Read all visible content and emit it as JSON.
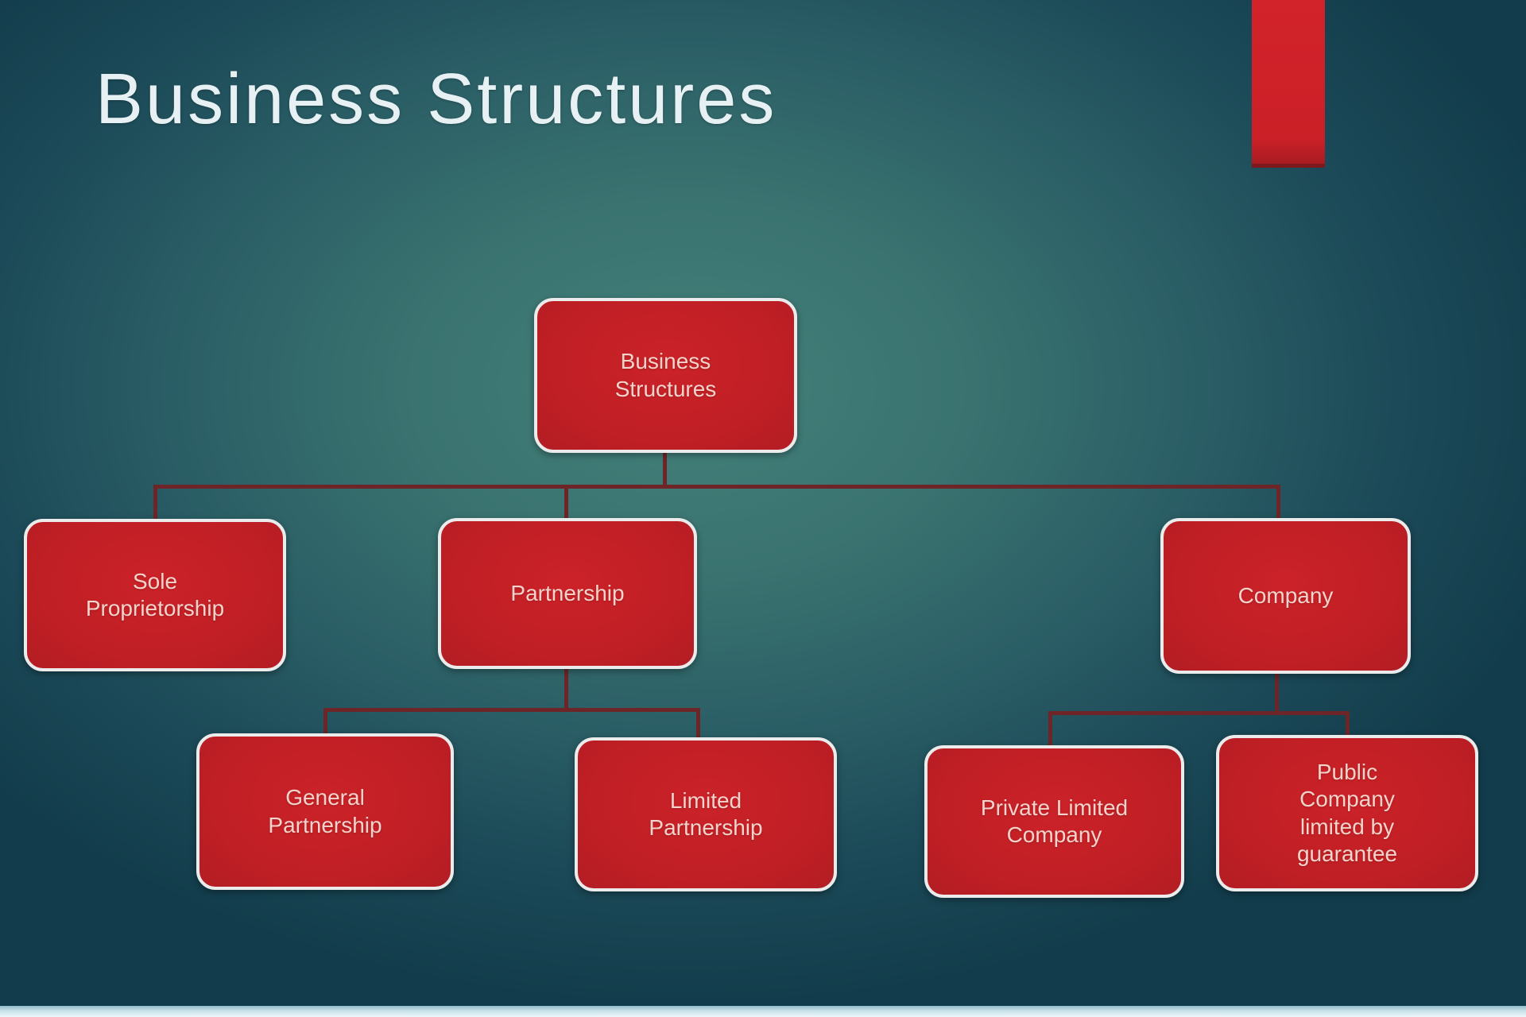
{
  "slide": {
    "title": "Business Structures",
    "background_center_color": "#44817b",
    "background_edge_color": "#123c4b",
    "accent_bar_color": "#cf2127",
    "bottom_strip_color": "#cfe5ec",
    "title_color": "#e7f1f4"
  },
  "org_chart": {
    "box_fill_color": "#c22127",
    "box_border_color": "#ebebeb",
    "box_text_color": "#f3d3cc",
    "connector_color": "#6e2527",
    "nodes": {
      "root": {
        "label": "Business\nStructures",
        "parent": null
      },
      "sole_proprietorship": {
        "label": "Sole\nProprietorship",
        "parent": "Business Structures"
      },
      "partnership": {
        "label": "Partnership",
        "parent": "Business Structures"
      },
      "company": {
        "label": "Company",
        "parent": "Business Structures"
      },
      "general_partnership": {
        "label": "General\nPartnership",
        "parent": "Partnership"
      },
      "limited_partnership": {
        "label": "Limited\nPartnership",
        "parent": "Partnership"
      },
      "private_limited_company": {
        "label": "Private Limited\nCompany",
        "parent": "Company"
      },
      "public_company_limited_by_guarantee": {
        "label": "Public\nCompany\nlimited by\nguarantee",
        "parent": "Company"
      }
    }
  }
}
